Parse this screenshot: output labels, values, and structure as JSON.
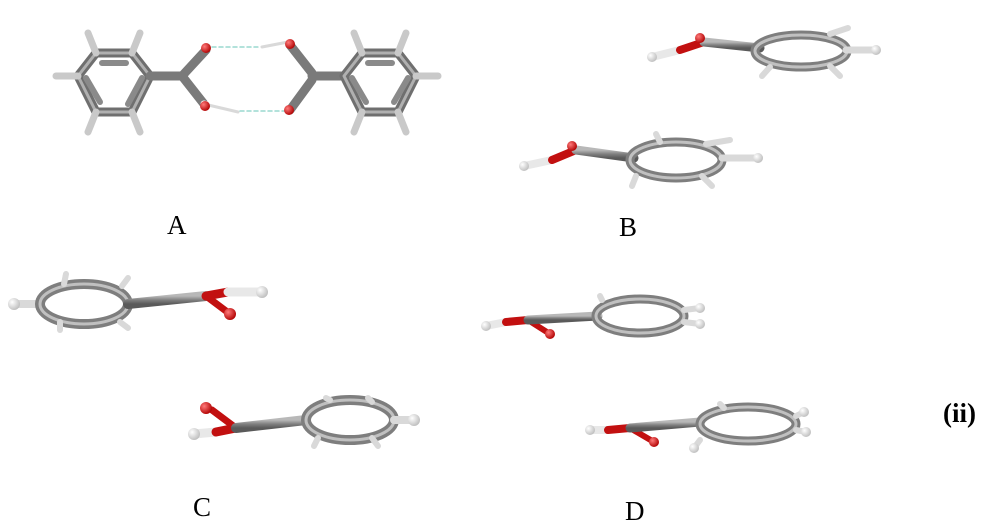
{
  "figure": {
    "panels": [
      {
        "id": "A",
        "label": "A"
      },
      {
        "id": "B",
        "label": "B"
      },
      {
        "id": "C",
        "label": "C"
      },
      {
        "id": "D",
        "label": "D"
      }
    ],
    "part_label": "(ii)"
  },
  "colors": {
    "carbon": "#7e7e7e",
    "carbon_light": "#b4b4b4",
    "oxygen": "#e01818",
    "hydrogen": "#f2f2f2",
    "hbond": "#9ad8cf"
  }
}
